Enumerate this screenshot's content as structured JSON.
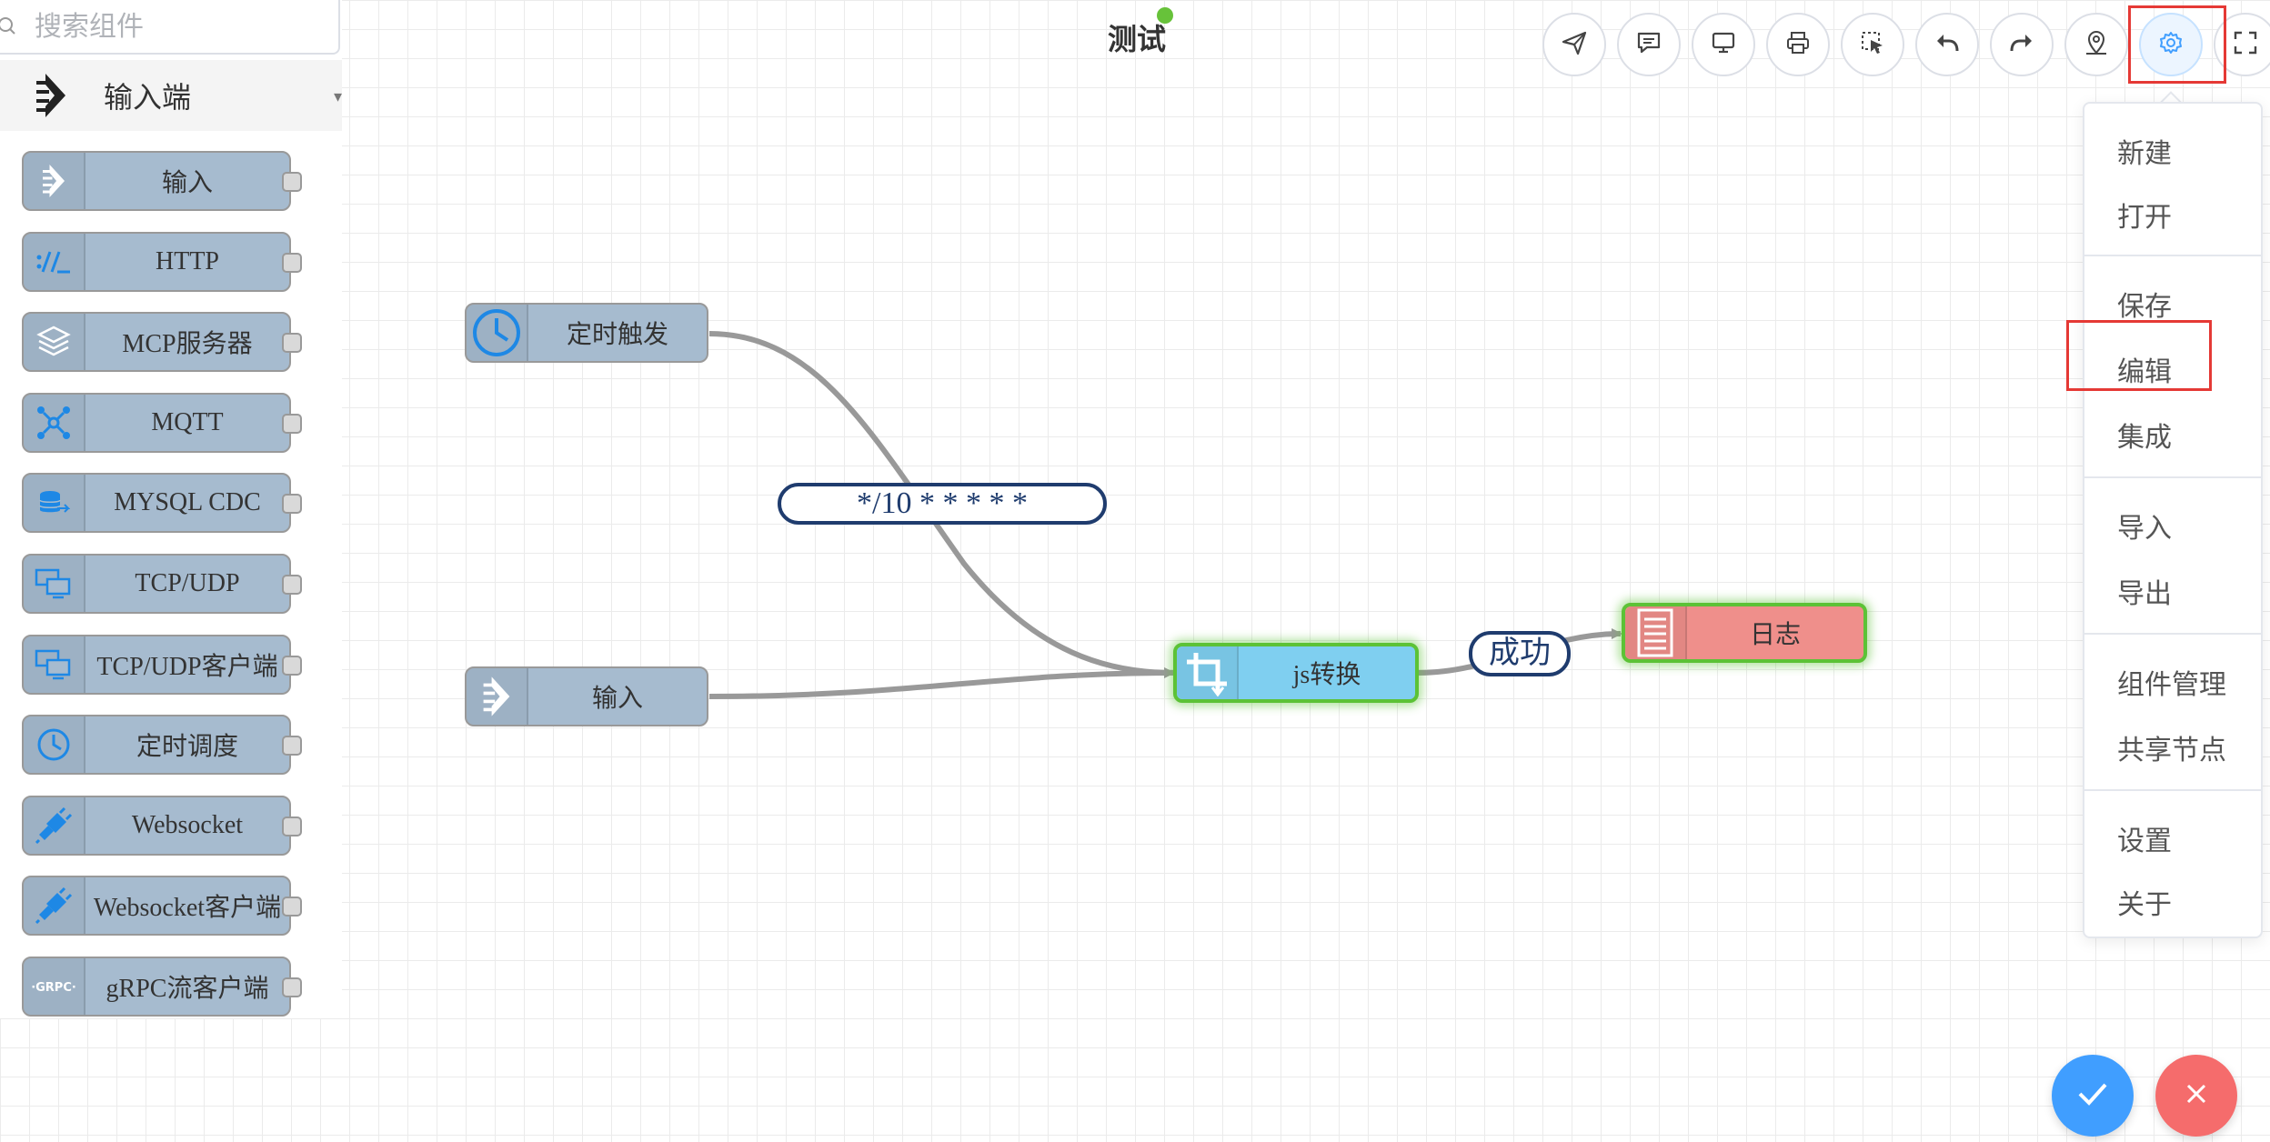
{
  "title": "测试",
  "colors": {
    "accent": "#409eff",
    "node_default": "#a6bbcf",
    "node_function": "#7fcff0",
    "node_log": "#ef8f8b",
    "selected_glow": "#5cc236",
    "edge": "#999999",
    "edge_label": "#1f3c6e",
    "confirm": "#409eff",
    "cancel": "#f56c6c",
    "highlight": "#e53935"
  },
  "sidebar": {
    "search_placeholder": "搜索组件",
    "category_label": "输入端",
    "items": [
      {
        "label": "输入",
        "icon": "arrow-in-icon"
      },
      {
        "label": "HTTP",
        "icon": "http-icon"
      },
      {
        "label": "MCP服务器",
        "icon": "layers-icon"
      },
      {
        "label": "MQTT",
        "icon": "mqtt-icon"
      },
      {
        "label": "MYSQL CDC",
        "icon": "database-icon"
      },
      {
        "label": "TCP/UDP",
        "icon": "network-icon"
      },
      {
        "label": "TCP/UDP客户端",
        "icon": "network-icon"
      },
      {
        "label": "定时调度",
        "icon": "clock-icon"
      },
      {
        "label": "Websocket",
        "icon": "plug-icon"
      },
      {
        "label": "Websocket客户端",
        "icon": "plug-icon"
      },
      {
        "label": "gRPC流客户端",
        "icon": "grpc-icon"
      }
    ]
  },
  "toolbar": [
    {
      "name": "deploy-button",
      "icon": "paper-plane-icon"
    },
    {
      "name": "comment-button",
      "icon": "comment-icon"
    },
    {
      "name": "monitor-button",
      "icon": "monitor-icon"
    },
    {
      "name": "print-button",
      "icon": "printer-icon"
    },
    {
      "name": "select-button",
      "icon": "select-pointer-icon"
    },
    {
      "name": "undo-button",
      "icon": "undo-icon"
    },
    {
      "name": "redo-button",
      "icon": "redo-icon"
    },
    {
      "name": "locate-button",
      "icon": "location-icon"
    },
    {
      "name": "settings-button",
      "icon": "gear-icon"
    },
    {
      "name": "fullscreen-button",
      "icon": "fullscreen-icon"
    }
  ],
  "menu": {
    "groups": [
      [
        "新建",
        "打开"
      ],
      [
        "保存",
        "编辑",
        "集成"
      ],
      [
        "导入",
        "导出"
      ],
      [
        "组件管理",
        "共享节点"
      ],
      [
        "设置",
        "关于"
      ]
    ]
  },
  "canvas": {
    "nodes": {
      "timer": {
        "label": "定时触发",
        "icon": "clock-icon"
      },
      "input": {
        "label": "输入",
        "icon": "arrow-in-icon"
      },
      "js": {
        "label": "js转换",
        "icon": "crop-transform-icon"
      },
      "log": {
        "label": "日志",
        "icon": "list-icon"
      }
    },
    "edge_labels": {
      "cron": "*/10 * * * * *",
      "success": "成功"
    }
  }
}
